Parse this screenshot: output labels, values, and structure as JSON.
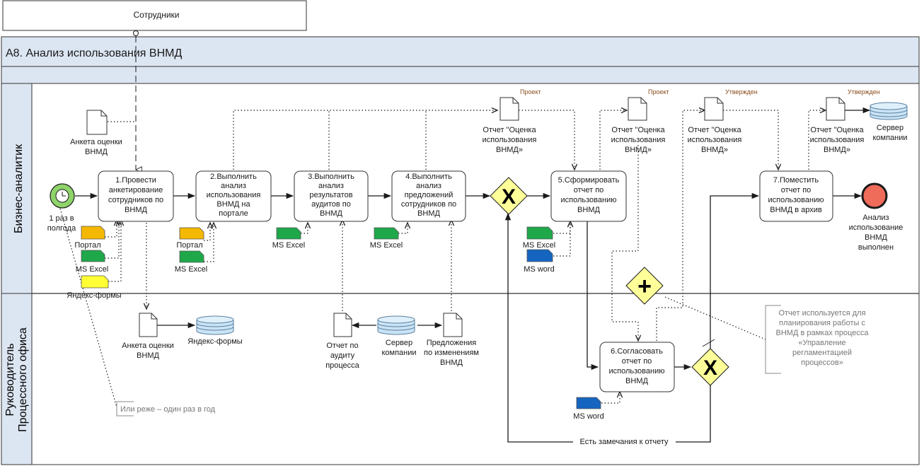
{
  "pool_header": {
    "participant": "Сотрудники"
  },
  "process_title": "А8. Анализ использования ВНМД",
  "lanes": [
    {
      "label": "Бизнес-аналитик"
    },
    {
      "label_line1": "Руководитель",
      "label_line2": "Процессного офиса"
    }
  ],
  "start_event": {
    "label_line1": "1 раз в",
    "label_line2": "полгода"
  },
  "end_event": {
    "label_lines": [
      "Анализ",
      "использование",
      "ВНМД",
      "выполнен"
    ]
  },
  "tasks": [
    {
      "lines": [
        "1.Провести",
        "анкетирование",
        "сотрудников по",
        "ВНМД"
      ]
    },
    {
      "lines": [
        "2.Выполнить",
        "анализ",
        "использования",
        "ВНМД на",
        "портале"
      ]
    },
    {
      "lines": [
        "3.Выполнить",
        "анализ",
        "результатов",
        "аудитов по",
        "ВНМД"
      ]
    },
    {
      "lines": [
        "4.Выполнить",
        "анализ",
        "предложений",
        "сотрудников по",
        "ВНМД"
      ]
    },
    {
      "lines": [
        "5.Сформировать",
        "отчет по",
        "использованию",
        "ВНМД"
      ]
    },
    {
      "lines": [
        "6.Согласовать",
        "отчет по",
        "использованию",
        "ВНМД"
      ]
    },
    {
      "lines": [
        "7.Поместить",
        "отчет по",
        "использованию",
        "ВНМД в архив"
      ]
    }
  ],
  "gateways": {
    "exclusive_symbol": "X",
    "parallel_symbol": "+"
  },
  "documents": {
    "survey_top": [
      "Анкета оценки",
      "ВНМД"
    ],
    "survey_bottom": [
      "Анкета оценки",
      "ВНМД"
    ],
    "report1": [
      "Отчет \"Оценка",
      "использования",
      "ВНМД»"
    ],
    "report2": [
      "Отчет \"Оценка",
      "использования",
      "ВНМД»"
    ],
    "report3": [
      "Отчет \"Оценка",
      "использования",
      "ВНМД»"
    ],
    "report4": [
      "Отчет \"Оценка",
      "использования",
      "ВНМД»"
    ],
    "audit_report": [
      "Отчет по",
      "аудиту",
      "процесса"
    ],
    "proposals": [
      "Предложения",
      "по изменениям",
      "ВНМД"
    ]
  },
  "states": {
    "draft": "Проект",
    "approved": "Утвержден"
  },
  "datastores": {
    "yandex_forms": "Яндекс-формы",
    "server_bottom": [
      "Сервер",
      "компании"
    ],
    "server_top": [
      "Сервер",
      "компании"
    ]
  },
  "tools": {
    "portal": "Портал",
    "excel": "MS Excel",
    "yandex_forms": "Яндекс-формы",
    "word": "MS word"
  },
  "colors": {
    "portal": "#f5b800",
    "excel": "#1fa84a",
    "yandex": "#ffff33",
    "word": "#1565c0",
    "gateway": "#ffff99",
    "start": "#8fd36b",
    "end": "#ef6b5a",
    "header_band": "#dce6f2"
  },
  "annotations": {
    "frequency_note": "Или реже – один раз в год",
    "usage_note": [
      "Отчет используется для",
      "планирования работы с",
      "ВНМД в рамках процесса",
      "«Управление",
      "регламентацией",
      "процессов»"
    ]
  },
  "loop_label": "Есть замечания к отчету"
}
